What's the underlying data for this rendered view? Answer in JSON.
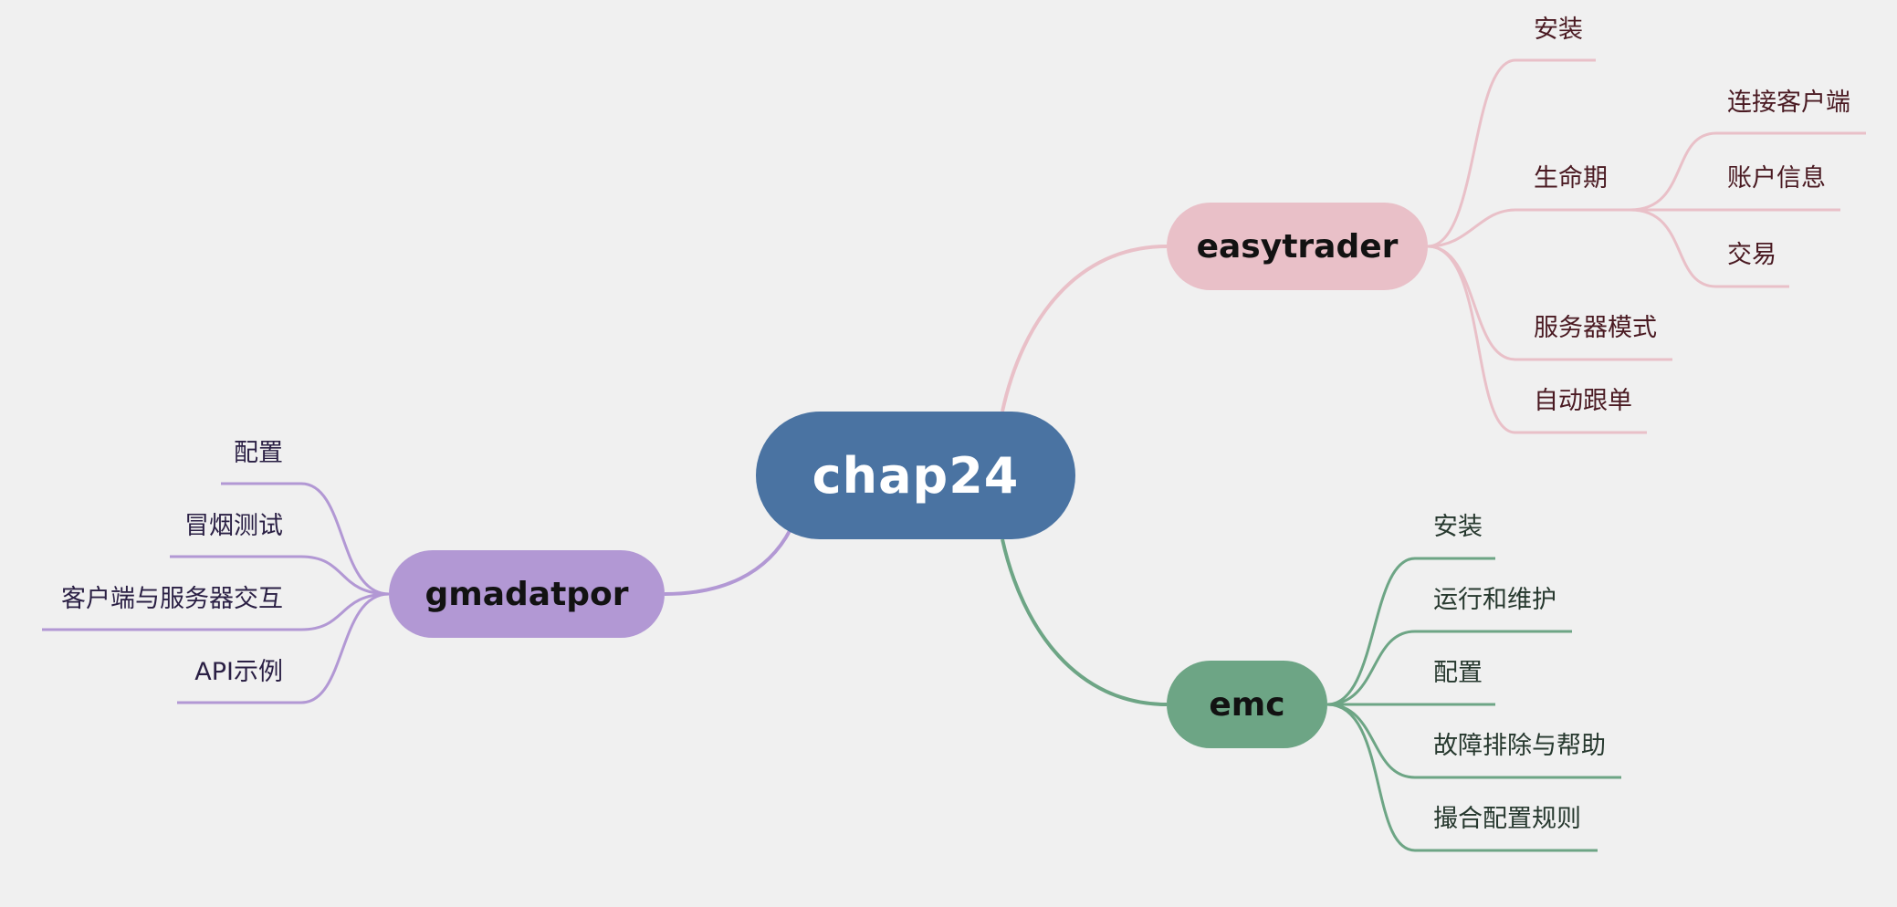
{
  "root": {
    "label": "chap24"
  },
  "branches": {
    "easytrader": {
      "label": "easytrader",
      "color": "#e9c0c8",
      "children": {
        "install": "安装",
        "lifecycle": "生命期",
        "lifecycle_children": [
          "连接客户端",
          "账户信息",
          "交易"
        ],
        "server_mode": "服务器模式",
        "auto_follow": "自动跟单"
      }
    },
    "emc": {
      "label": "emc",
      "color": "#6da585",
      "children": [
        "安装",
        "运行和维护",
        "配置",
        "故障排除与帮助",
        "撮合配置规则"
      ]
    },
    "gmadatpor": {
      "label": "gmadatpor",
      "color": "#b298d4",
      "children": [
        "配置",
        "冒烟测试",
        "客户端与服务器交互",
        "API示例"
      ]
    }
  },
  "colors": {
    "background": "#f0f0f0",
    "root": "#4a73a2",
    "easytrader_line": "#e9c0c8",
    "emc_line": "#6da585",
    "gmadatpor_line": "#b298d4"
  }
}
